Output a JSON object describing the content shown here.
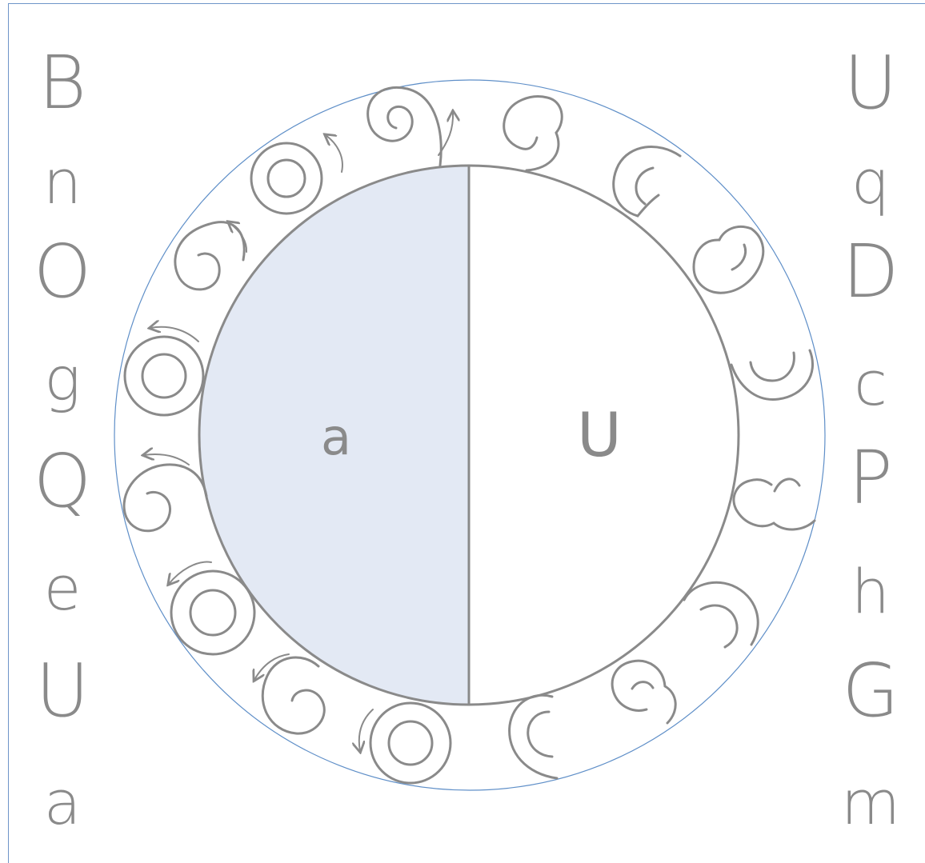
{
  "worksheet": {
    "left_letters": [
      "B",
      "n",
      "O",
      "g",
      "Q",
      "e",
      "U",
      "a"
    ],
    "right_letters": [
      "U",
      "q",
      "D",
      "c",
      "P",
      "h",
      "G",
      "m"
    ],
    "wheel": {
      "left_letter": "a",
      "right_letter": "U"
    }
  },
  "colors": {
    "page_background": "#ffffff",
    "frame_line": "#6e95c8",
    "wheel_outer_circle": "#5f8fc8",
    "drawing_stroke": "#8a8a8a",
    "letter_gray": "#8a8a8a",
    "left_half_fill": "#e3e9f4",
    "right_half_fill": "#ffffff"
  },
  "icons": [
    "spiral-icon",
    "concentric-circle-icon",
    "arrow-curve-icon",
    "cloud-curl-icon"
  ]
}
